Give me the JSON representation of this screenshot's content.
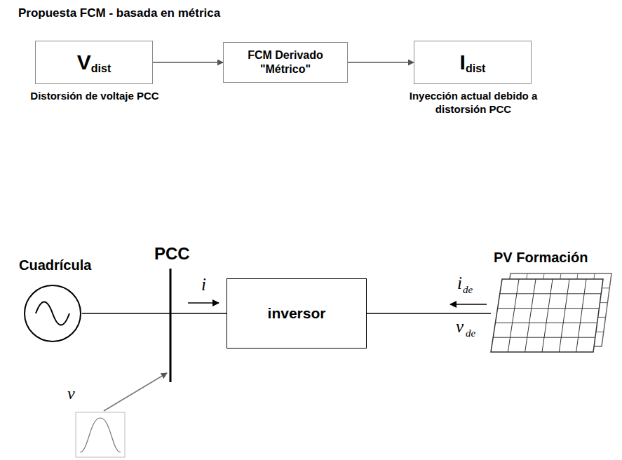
{
  "diagram": {
    "title": "Propuesta FCM - basada en métrica",
    "nodes": [
      {
        "text": [
          "V",
          "dist",
          "Distorsión de voltaje PCC"
        ]
      },
      {
        "text": [
          "FCM Derivado \"Métrico\""
        ]
      },
      {
        "text": [
          "I",
          "dist",
          "Inyección actual debido a distorsión PCC"
        ]
      },
      {
        "text": [
          "Cuadrícula"
        ]
      },
      {
        "text": [
          "inversor"
        ]
      },
      {
        "text": [
          "PV Formación"
        ]
      }
    ],
    "edges": [
      {
        "from": 0,
        "to": 1,
        "arrow": "to"
      },
      {
        "from": 1,
        "to": 2,
        "arrow": "to"
      },
      {
        "from": 3,
        "to": 4,
        "arrow": "none"
      },
      {
        "from": 4,
        "to": 5,
        "arrow": "none"
      }
    ],
    "labels": [
      "PCC",
      "i",
      "i",
      "de",
      "v",
      "de",
      "v"
    ]
  }
}
